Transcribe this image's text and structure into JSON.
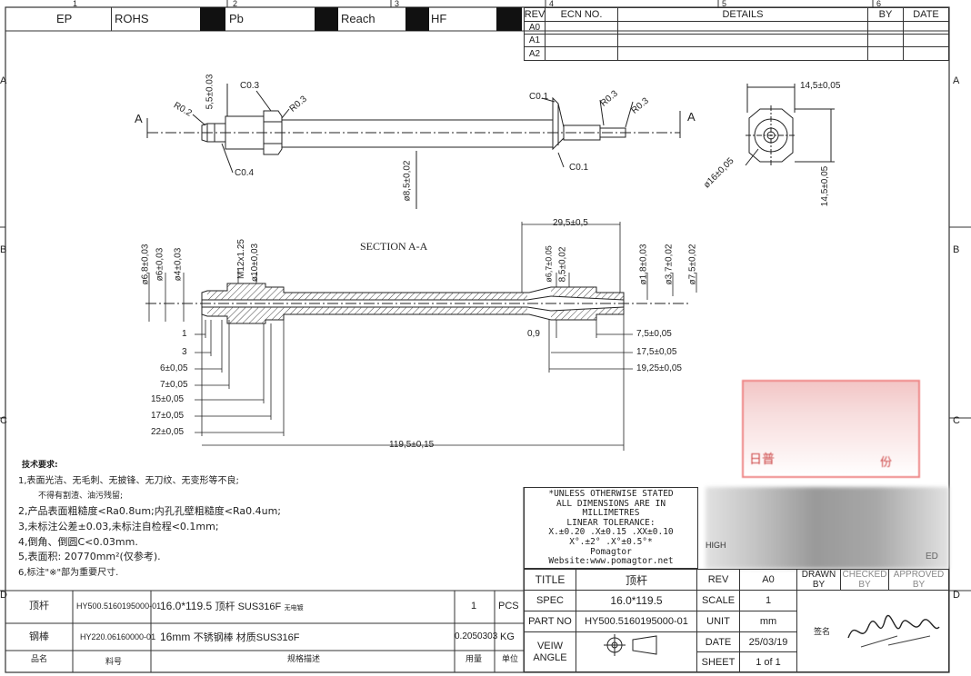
{
  "compliance": [
    "EP",
    "ROHS",
    "Pb",
    "Reach",
    "HF"
  ],
  "revision_table": {
    "headers": [
      "REV",
      "ECN NO.",
      "DETAILS",
      "BY",
      "DATE"
    ],
    "rows": [
      "A0",
      "A1",
      "A2"
    ]
  },
  "zones": {
    "columns": [
      "1",
      "2",
      "3",
      "4",
      "5",
      "6"
    ],
    "rows": [
      "A",
      "B",
      "C",
      "D"
    ]
  },
  "dims_side": {
    "r02": "R0.2",
    "len55": "5,5±0.03",
    "c03": "C0.3",
    "r03a": "R0.3",
    "c04": "C0.4",
    "dia85": "ø8,5±0,02",
    "c01a": "C0.1",
    "r03b": "R0.3",
    "r03c": "R0.3",
    "c01b": "C0.1",
    "cut": "A"
  },
  "dims_end": {
    "w": "14,5±0,05",
    "h": "14,5±0,05",
    "dia16": "ø16±0,05"
  },
  "section": {
    "title": "SECTION A-A",
    "top_dims": [
      "ø6,8±0,03",
      "ø6±0,03",
      "ø4±0,03",
      "M12x1.25",
      "ø10±0,03"
    ],
    "right_top": [
      "ø6,7±0.05",
      "8,5±0,02",
      "ø1,8±0,03",
      "ø3,7±0,02",
      "ø7,5±0,02"
    ],
    "len295": "29,5±0,5",
    "left_lengths": [
      "1",
      "3",
      "6±0,05",
      "7±0,05",
      "15±0,05",
      "17±0,05",
      "22±0,05"
    ],
    "dim09": "0,9",
    "right_lengths": [
      "7,5±0,05",
      "17,5±0,05",
      "19,25±0,05"
    ],
    "total": "119,5±0,15"
  },
  "notes": {
    "heading": "技术要求:",
    "lines": [
      "1,表面光洁、无毛刺、无披锋、无刀纹、无变形等不良;",
      "不得有割渣、油污残留;",
      "2,产品表面粗糙度<Ra0.8um;内孔孔壁粗糙度<Ra0.4um;",
      "3,未标注公差±0.03,未标注自检程<0.1mm;",
      "4,倒角、倒圆C<0.03mm.",
      "5,表面积: 20770mm²(仅参考).",
      "6,标注\"※\"部为重要尺寸."
    ]
  },
  "tolerance_box": [
    "*UNLESS OTHERWISE STATED",
    "ALL DIMENSIONS ARE IN",
    "MILLIMETRES",
    "LINEAR TOLERANCE:",
    "X.±0.20 .X±0.15 .XX±0.10",
    "X°.±2° .X°±0.5°*",
    "Pomagtor",
    "Website:www.pomagtor.net"
  ],
  "stamp_fragments": [
    "日普",
    "份",
    "HIGH",
    "ED"
  ],
  "title_block": {
    "title_label": "TITLE",
    "title_value": "顶杆",
    "rev_label": "REV",
    "rev_value": "A0",
    "spec_label": "SPEC",
    "spec_value": "16.0*119.5",
    "scale_label": "SCALE",
    "scale_value": "1",
    "part_label": "PART NO",
    "part_value": "HY500.5160195000-01",
    "unit_label": "UNIT",
    "unit_value": "mm",
    "view_label": "VEIW ANGLE",
    "date_label": "DATE",
    "date_value": "25/03/19",
    "sheet_label": "SHEET",
    "sheet_value": "1 of 1",
    "drawn": "DRAWN BY",
    "checked": "CHECKED BY",
    "approved": "APPROVED BY",
    "sign_label": "签名"
  },
  "bom": {
    "rows": [
      {
        "name": "顶杆",
        "code": "HY500.5160195000-01",
        "desc": "16.0*119.5",
        "desc2": "顶杆 SUS316F",
        "desc3": "无电镀",
        "qty": "1",
        "unit": "PCS"
      },
      {
        "name": "钢棒",
        "code": "HY220.06160000-01",
        "desc": "16mm",
        "desc2": "不锈钢棒 材质SUS316F",
        "desc3": "",
        "qty": "0.2050303",
        "unit": "KG"
      }
    ],
    "footer": [
      "品名",
      "料号",
      "规格描述",
      "用量",
      "单位"
    ]
  }
}
